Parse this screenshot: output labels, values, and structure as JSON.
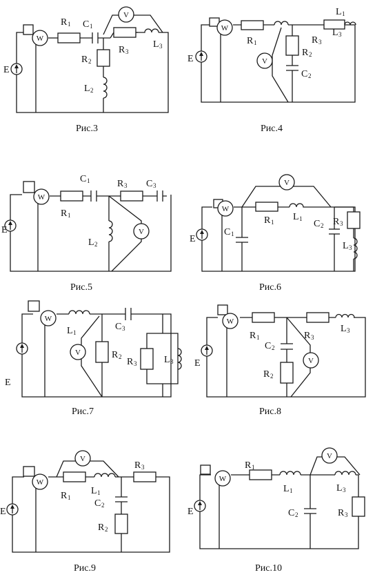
{
  "figures": [
    {
      "caption": "Рис.3",
      "labels": {
        "E": "E",
        "R1": "R",
        "R1s": "1",
        "C1": "C",
        "C1s": "1",
        "R2": "R",
        "R2s": "2",
        "L2": "L",
        "L2s": "2",
        "R3": "R",
        "R3s": "3",
        "L3": "L",
        "L3s": "3"
      },
      "meters": {
        "W": "W",
        "V": "V"
      }
    },
    {
      "caption": "Рис.4",
      "labels": {
        "E": "E",
        "R1": "R",
        "R1s": "1",
        "R2": "R",
        "R2s": "2",
        "C2": "C",
        "C2s": "2",
        "R3": "R",
        "R3s": "3",
        "L1": "L",
        "L1s": "1",
        "L3": "L",
        "L3s": "3"
      },
      "meters": {
        "W": "W",
        "V": "V"
      }
    },
    {
      "caption": "Рис.5",
      "labels": {
        "E": "E",
        "R1": "R",
        "R1s": "1",
        "C1": "C",
        "C1s": "1",
        "R3": "R",
        "R3s": "3",
        "C3": "C",
        "C3s": "3",
        "L2": "L",
        "L2s": "2"
      },
      "meters": {
        "W": "W",
        "V": "V"
      }
    },
    {
      "caption": "Рис.6",
      "labels": {
        "E": "E",
        "C1": "C",
        "C1s": "1",
        "R1": "R",
        "R1s": "1",
        "L1": "L",
        "L1s": "1",
        "C2": "C",
        "C2s": "2",
        "R3": "R",
        "R3s": "3",
        "L3": "L",
        "L3s": "3"
      },
      "meters": {
        "W": "W",
        "V": "V"
      }
    },
    {
      "caption": "Рис.7",
      "labels": {
        "E": "E",
        "L1": "L",
        "L1s": "1",
        "C3": "C",
        "C3s": "3",
        "R2": "R",
        "R2s": "2",
        "R3": "R",
        "R3s": "3",
        "L3": "L",
        "L3s": "3"
      },
      "meters": {
        "W": "W",
        "V": "V"
      }
    },
    {
      "caption": "Рис.8",
      "labels": {
        "E": "E",
        "R1": "R",
        "R1s": "1",
        "R3": "R",
        "R3s": "3",
        "L3": "L",
        "L3s": "3",
        "C2": "C",
        "C2s": "2",
        "R2": "R",
        "R2s": "2"
      },
      "meters": {
        "W": "W",
        "V": "V"
      }
    },
    {
      "caption": "Рис.9",
      "labels": {
        "E": "E",
        "R1": "R",
        "R1s": "1",
        "L1": "L",
        "L1s": "1",
        "C2": "C",
        "C2s": "2",
        "R2": "R",
        "R2s": "2",
        "R3": "R",
        "R3s": "3"
      },
      "meters": {
        "W": "W",
        "V": "V"
      }
    },
    {
      "caption": "Рис.10",
      "labels": {
        "E": "E",
        "R1": "R",
        "R1s": "1",
        "L1": "L",
        "L1s": "1",
        "C2": "C",
        "C2s": "2",
        "L3": "L",
        "L3s": "3",
        "R3": "R",
        "R3s": "3"
      },
      "meters": {
        "W": "W",
        "V": "V"
      }
    }
  ]
}
